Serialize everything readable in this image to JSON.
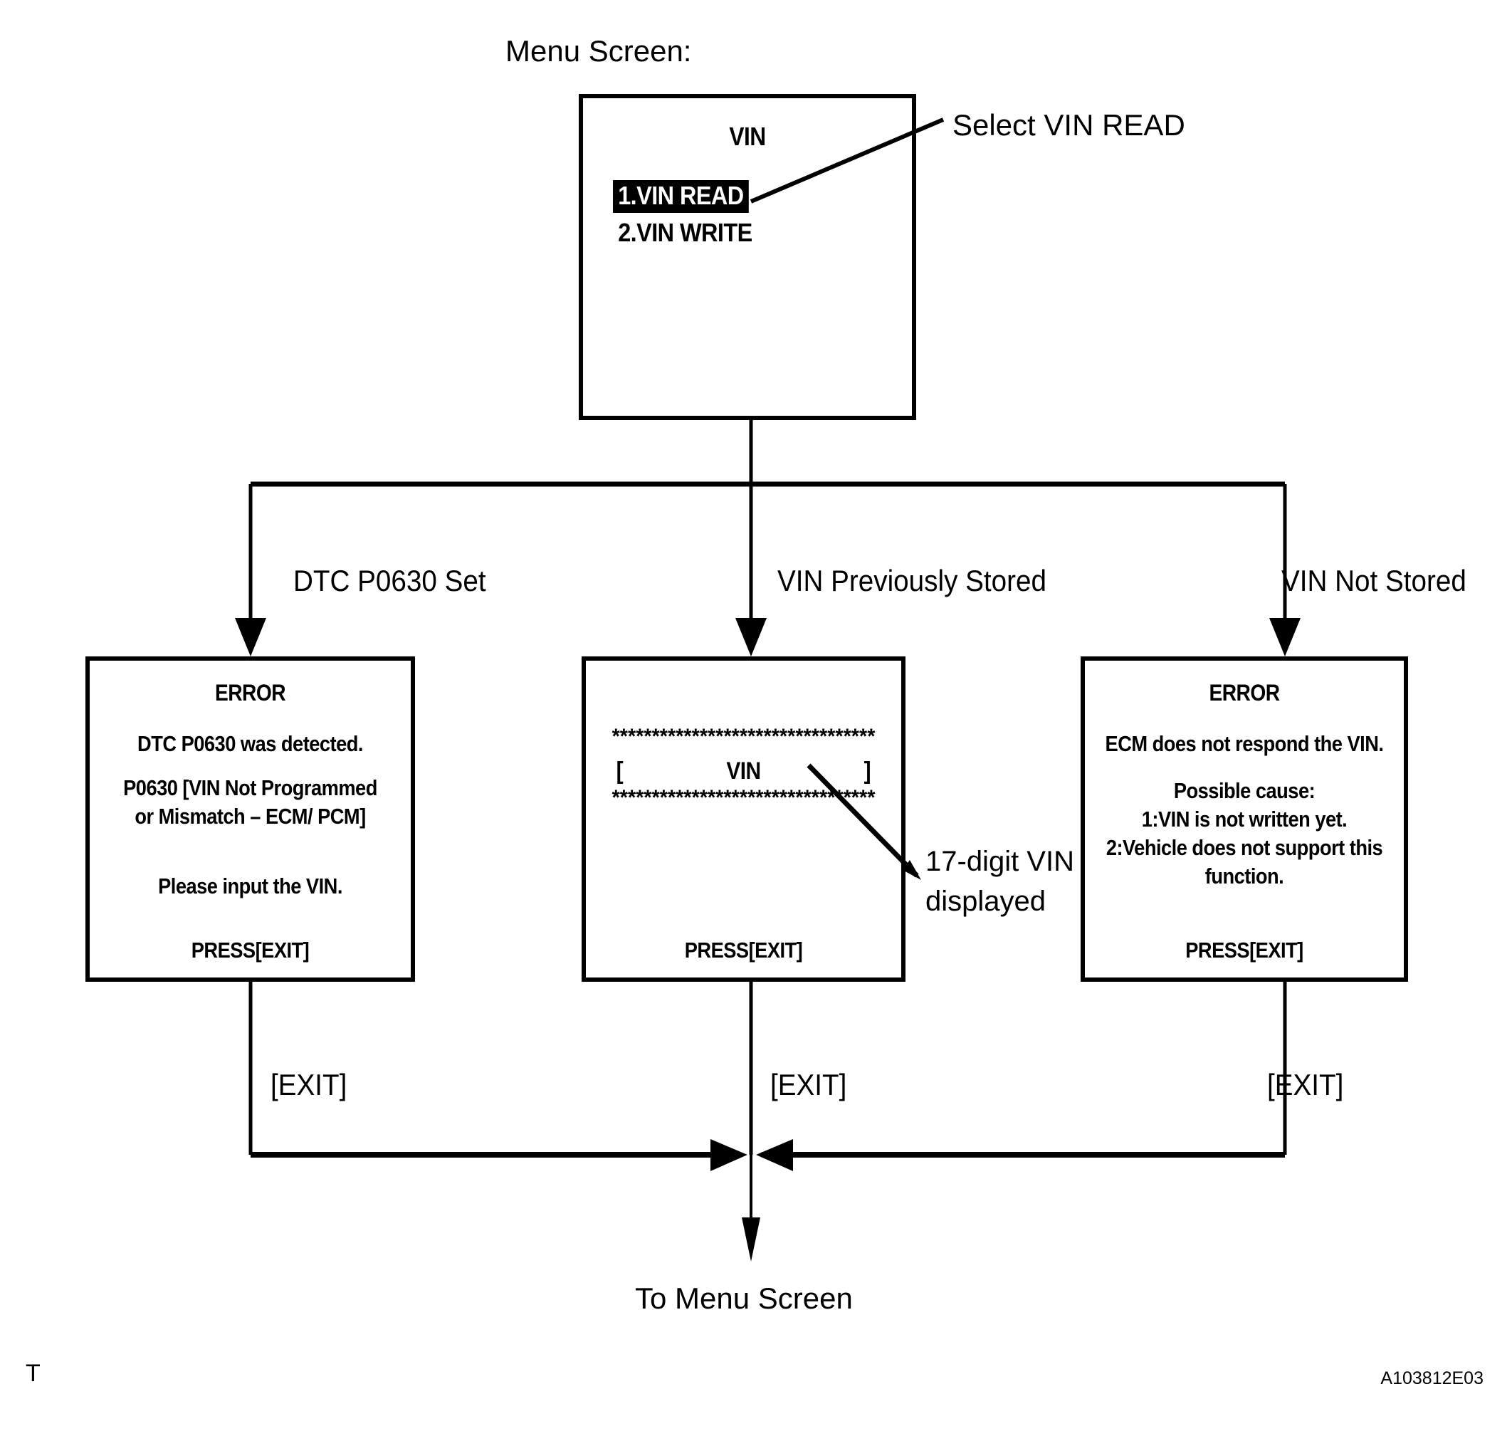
{
  "figure": {
    "caption_top": "Menu Screen:",
    "corner_mark": "T",
    "figure_id": "A103812E03",
    "footer_label": "To Menu Screen"
  },
  "menu_screen": {
    "title": "VIN",
    "items": [
      {
        "label": "1.VIN READ",
        "selected": true
      },
      {
        "label": "2.VIN WRITE",
        "selected": false
      }
    ],
    "callout": "Select VIN READ"
  },
  "branches": [
    {
      "label": "DTC P0630 Set"
    },
    {
      "label": "VIN Previously Stored"
    },
    {
      "label": "VIN Not Stored"
    }
  ],
  "screens": {
    "dtc_error": {
      "title": "ERROR",
      "line1": "DTC P0630 was detected.",
      "line2": "P0630  [VIN Not Programmed",
      "line3": "or Mismatch – ECM/ PCM]",
      "line4": "Please input the VIN.",
      "footer": "PRESS[EXIT]"
    },
    "vin_display": {
      "stars_top": "*********************************",
      "bracket_open": "[",
      "vin_label": "VIN",
      "bracket_close": "]",
      "stars_bottom": "*********************************",
      "footer": "PRESS[EXIT]",
      "annotation_line1": "17-digit VIN",
      "annotation_line2": "displayed"
    },
    "no_vin_error": {
      "title": "ERROR",
      "line1": "ECM does not respond the VIN.",
      "line2": "Possible cause:",
      "line3": "1:VIN is not written yet.",
      "line4": "2:Vehicle does not support this",
      "line5": "function.",
      "footer": "PRESS[EXIT]"
    }
  },
  "exit_labels": [
    {
      "label": "[EXIT]"
    },
    {
      "label": "[EXIT]"
    },
    {
      "label": "[EXIT]"
    }
  ],
  "colors": {
    "ink": "#000000",
    "paper": "#ffffff"
  }
}
